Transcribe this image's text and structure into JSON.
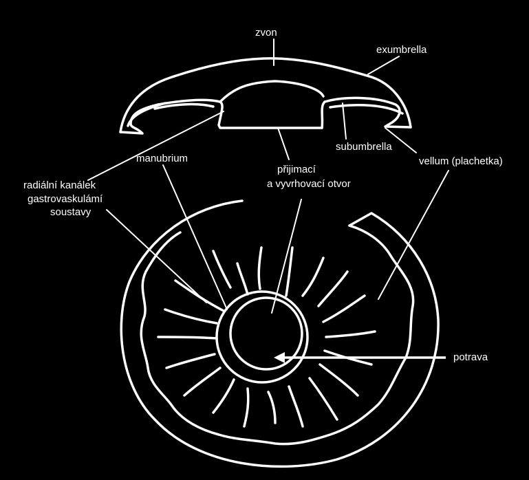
{
  "labels": {
    "zvon": "zvon",
    "exumbrella": "exumbrella",
    "subumbrella": "subumbrella",
    "vellum": "vellum (plachetka)",
    "manubrium": "manubrium",
    "mouth_line1": "přijimací",
    "mouth_line2": "a vyvrhovací otvor",
    "radial_line1": "radiální kanálek",
    "radial_line2": "gastrovaskulámí",
    "radial_line3": "soustavy",
    "food": "potrava"
  },
  "colors": {
    "background": "#000000",
    "line": "#ffffff"
  }
}
